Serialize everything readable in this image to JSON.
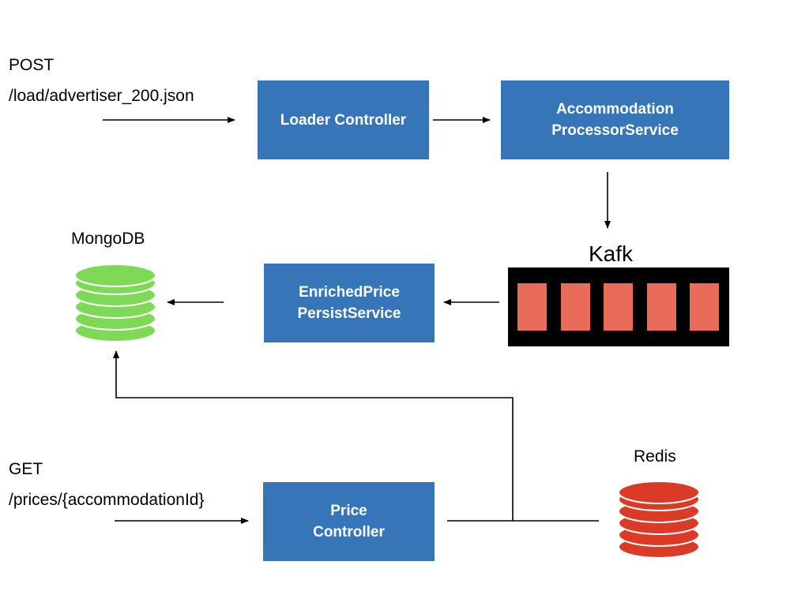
{
  "post_request": {
    "method": "POST",
    "path": "/load/advertiser_200.json"
  },
  "get_request": {
    "method": "GET",
    "path": "/prices/{accommodationId}"
  },
  "boxes": {
    "loader_controller": {
      "line1": "Loader Controller"
    },
    "accommodation_processor": {
      "line1": "Accommodation",
      "line2": "ProcessorService"
    },
    "enriched_price_persist": {
      "line1": "EnrichedPrice",
      "line2": "PersistService"
    },
    "price_controller": {
      "line1": "Price",
      "line2": "Controller"
    }
  },
  "kafka": {
    "title": "Kafk",
    "partition_count": 5
  },
  "mongodb": {
    "label": "MongoDB"
  },
  "redis": {
    "label": "Redis"
  },
  "colors": {
    "box": "#3676b8",
    "mongodb": "#7ed957",
    "redis": "#db3a26",
    "kafka_partition": "#e96c5a"
  }
}
